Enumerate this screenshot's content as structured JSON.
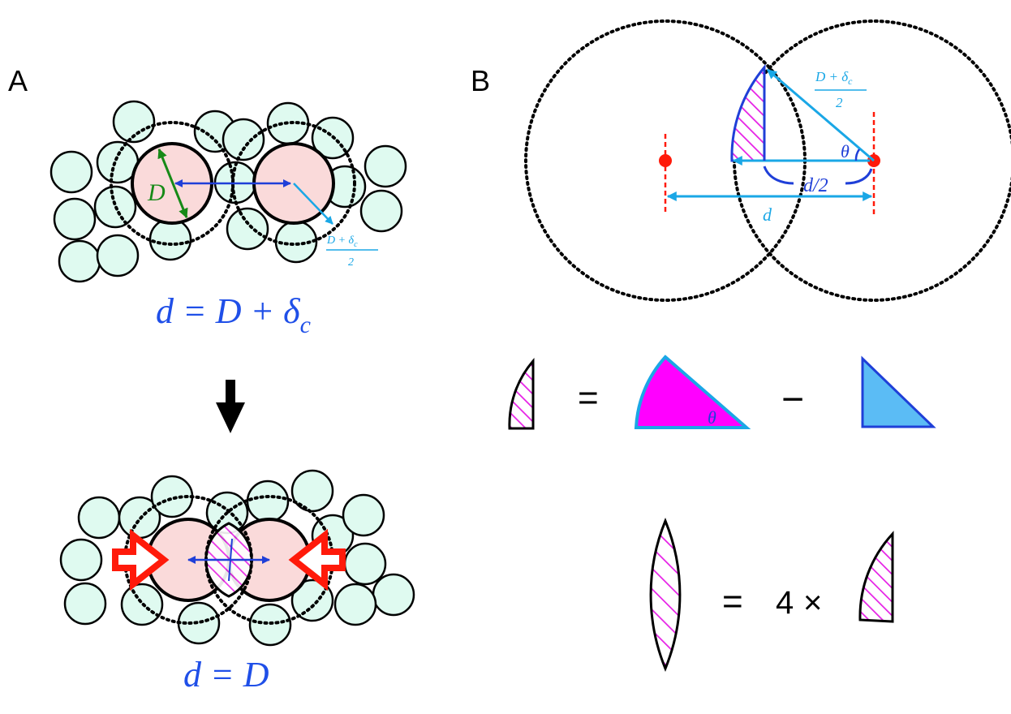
{
  "panel_a": {
    "label": "A",
    "diameter_label": "D",
    "radius_label": {
      "numerator": "D + δ",
      "numerator_sub": "c",
      "denominator": "2"
    },
    "equation_top": {
      "main": "d = D + δ",
      "sub": "c"
    },
    "equation_bottom": "d = D"
  },
  "panel_b": {
    "label": "B",
    "radius_label": {
      "numerator": "D + δ",
      "numerator_sub": "c",
      "denominator": "2"
    },
    "theta_label": "θ",
    "half_distance_label": "d/2",
    "distance_label": "d",
    "relation1": {
      "equals": "=",
      "minus": "−",
      "theta": "θ"
    },
    "relation2": {
      "equals": "=",
      "factor": "4",
      "times": "×"
    }
  },
  "colors": {
    "central_particle": "#fadada",
    "neighbor_particle": "#dffaf0",
    "hatch": "#e620e6",
    "sector": "#ff00ff",
    "triangle": "#5bbcf5",
    "cyan_line": "#1aa7e6",
    "blue_line": "#1f3fd8",
    "green_line": "#178a17",
    "red": "#ff1a0a",
    "equation_text": "#1f4fe8"
  }
}
